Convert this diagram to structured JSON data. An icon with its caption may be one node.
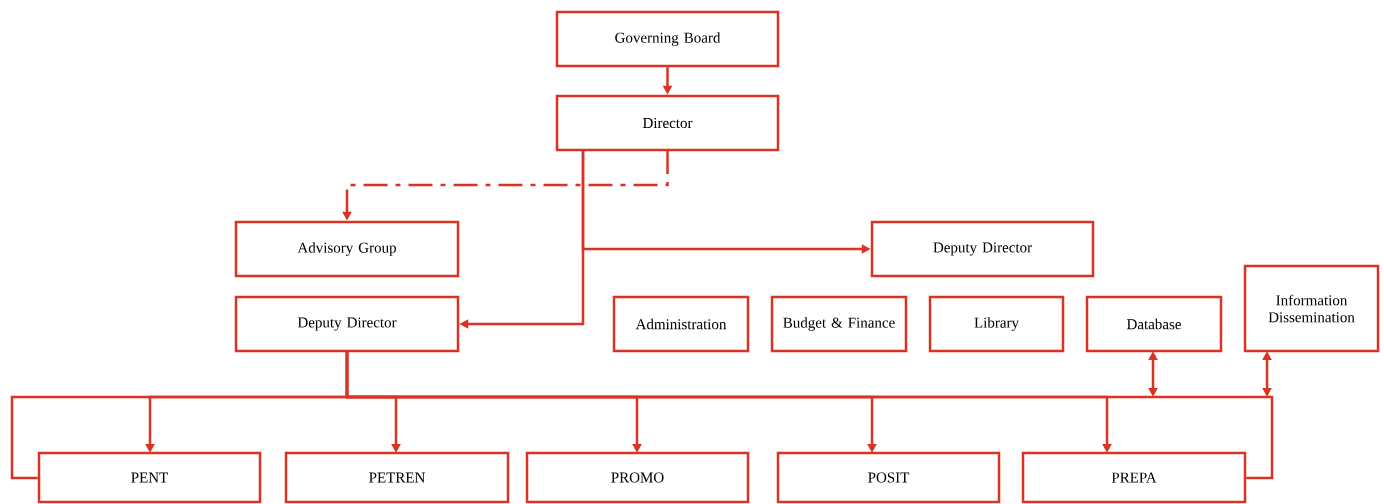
{
  "diagram": {
    "nodes": [
      {
        "text": [
          "Governing Board"
        ]
      },
      {
        "text": [
          "Director"
        ]
      },
      {
        "text": [
          "Advisory Group"
        ]
      },
      {
        "text": [
          "Deputy Director"
        ]
      },
      {
        "text": [
          "Deputy Director"
        ]
      },
      {
        "text": [
          "Administration"
        ]
      },
      {
        "text": [
          "Budget & Finance"
        ]
      },
      {
        "text": [
          "Library"
        ]
      },
      {
        "text": [
          "Database"
        ]
      },
      {
        "text": [
          "Information Dissemination"
        ]
      },
      {
        "text": [
          "PENT"
        ]
      },
      {
        "text": [
          "PETREN"
        ]
      },
      {
        "text": [
          "PROMO"
        ]
      },
      {
        "text": [
          "POSIT"
        ]
      },
      {
        "text": [
          "PREPA"
        ]
      }
    ],
    "edges": [
      {
        "from": 0,
        "to": 1,
        "arrow": "to"
      },
      {
        "from": 1,
        "to": 2,
        "arrow": "to",
        "style": "dashed"
      },
      {
        "from": 1,
        "to": 3,
        "arrow": "to"
      },
      {
        "from": 1,
        "to": 4,
        "arrow": "to"
      },
      {
        "from": 4,
        "to": 10,
        "arrow": "to"
      },
      {
        "from": 4,
        "to": 11,
        "arrow": "to"
      },
      {
        "from": 4,
        "to": 12,
        "arrow": "to"
      },
      {
        "from": 4,
        "to": 13,
        "arrow": "to"
      },
      {
        "from": 4,
        "to": 14,
        "arrow": "to"
      },
      {
        "from": null,
        "to": 8,
        "arrow": "both"
      },
      {
        "from": null,
        "to": 9,
        "arrow": "both"
      },
      {
        "from": 10,
        "to": 14,
        "arrow": "none"
      }
    ]
  }
}
